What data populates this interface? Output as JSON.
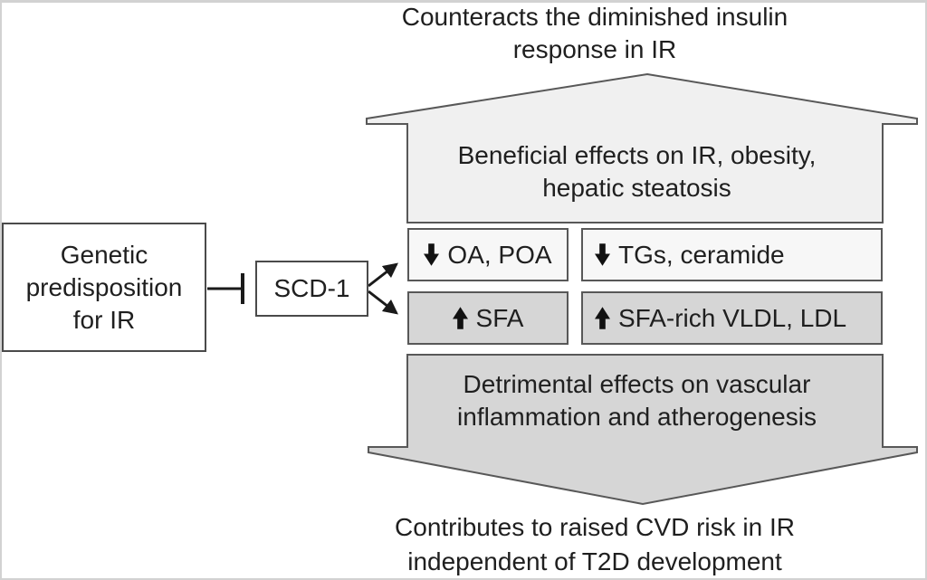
{
  "figure": {
    "top_caption": {
      "line1": "Counteracts the diminished insulin",
      "line2": "response in IR"
    },
    "genetic_box": {
      "line1": "Genetic",
      "line2": "predisposition",
      "line3": "for IR"
    },
    "scd1_label": "SCD-1",
    "beneficial": {
      "line1": "Beneficial effects on IR, obesity,",
      "line2": "hepatic steatosis"
    },
    "effects": [
      {
        "icon": "down-arrow",
        "label": "OA, POA"
      },
      {
        "icon": "down-arrow",
        "label": "TGs, ceramide"
      },
      {
        "icon": "up-arrow",
        "label": "SFA"
      },
      {
        "icon": "up-arrow",
        "label": "SFA-rich VLDL, LDL"
      }
    ],
    "detrimental": {
      "line1": "Detrimental effects on vascular",
      "line2": "inflammation and atherogenesis"
    },
    "bottom_caption": {
      "line1": "Contributes to raised CVD risk in IR",
      "line2": "independent of T2D development"
    },
    "colors": {
      "up_arrow_fill": "#f0f0f0",
      "effect_row1_fill": "#f7f7f7",
      "down_arrow_fill": "#d6d6d6",
      "shape_stroke": "#585858",
      "node_border": "#4a4a4a",
      "connector": "#1a1a1a",
      "text": "#1f1f1f",
      "frame_border": "#d2d2d2",
      "background": "#ffffff"
    }
  }
}
